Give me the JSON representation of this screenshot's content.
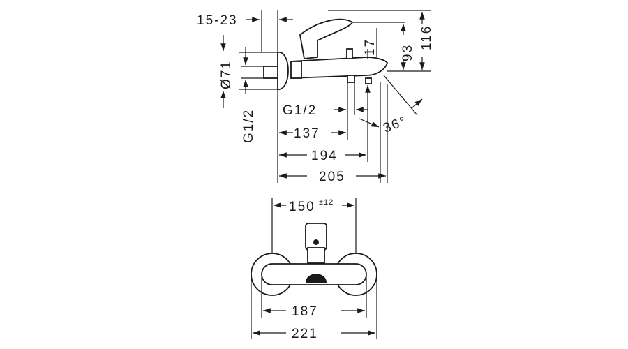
{
  "side_view": {
    "dim_15_23": "15-23",
    "dim_diameter_71": "Ø71",
    "dim_g12_vertical": "G1/2",
    "dim_17": "17",
    "dim_93": "93",
    "dim_116": "116",
    "dim_g12_horizontal": "G1/2",
    "dim_36_deg": "36°",
    "dim_137": "137",
    "dim_194": "194",
    "dim_205": "205"
  },
  "front_view": {
    "dim_150": "150",
    "dim_150_tolerance": "±12",
    "dim_187": "187",
    "dim_221": "221"
  }
}
